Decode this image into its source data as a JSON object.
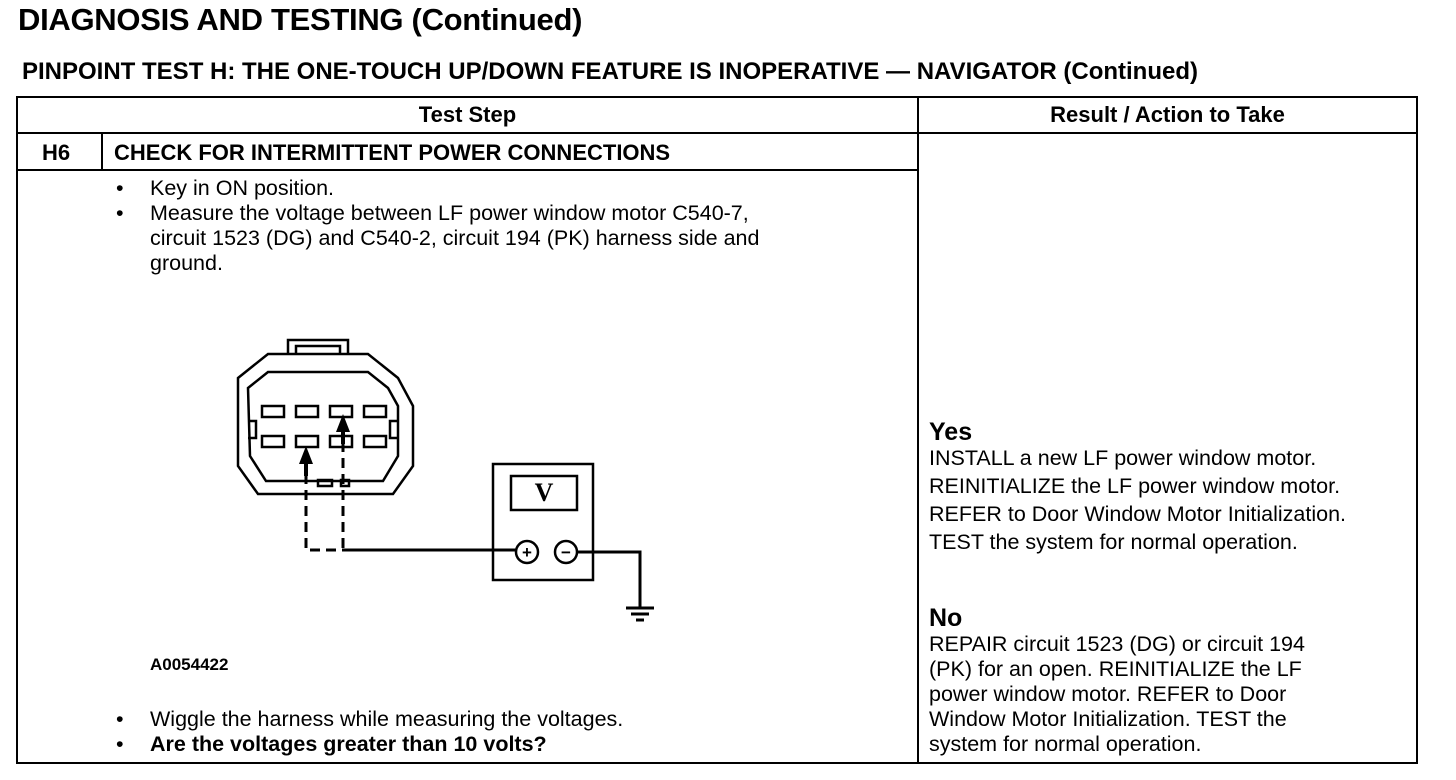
{
  "header": {
    "title": "DIAGNOSIS AND TESTING (Continued)",
    "subtitle": "PINPOINT TEST  H: THE ONE-TOUCH UP/DOWN FEATURE IS INOPERATIVE — NAVIGATOR (Continued)"
  },
  "table": {
    "col_test_step": "Test Step",
    "col_result": "Result / Action to Take"
  },
  "step": {
    "id": "H6",
    "title": "CHECK FOR INTERMITTENT POWER CONNECTIONS",
    "bullets_top": [
      "Key in ON position.",
      "Measure the voltage between LF power window motor C540-7,",
      "circuit 1523 (DG) and C540-2, circuit 194 (PK) harness side and",
      "ground."
    ],
    "figure_id": "A0054422",
    "bullet_wiggle": "Wiggle the harness while measuring the voltages.",
    "question": "Are the voltages greater than 10 volts?",
    "meter_symbol": "V",
    "plus_symbol": "+",
    "minus_symbol": "−"
  },
  "results": {
    "yes": {
      "label": "Yes",
      "lines": [
        "INSTALL a new LF power window motor.",
        "REINITIALIZE the LF power window motor.",
        "REFER to Door Window Motor Initialization.",
        "TEST the system for normal operation."
      ]
    },
    "no": {
      "label": "No",
      "lines": [
        "REPAIR circuit 1523 (DG) or circuit 194",
        "(PK) for an open. REINITIALIZE the LF",
        "power window motor. REFER to Door",
        "Window Motor Initialization. TEST the",
        "system for normal operation."
      ]
    }
  }
}
